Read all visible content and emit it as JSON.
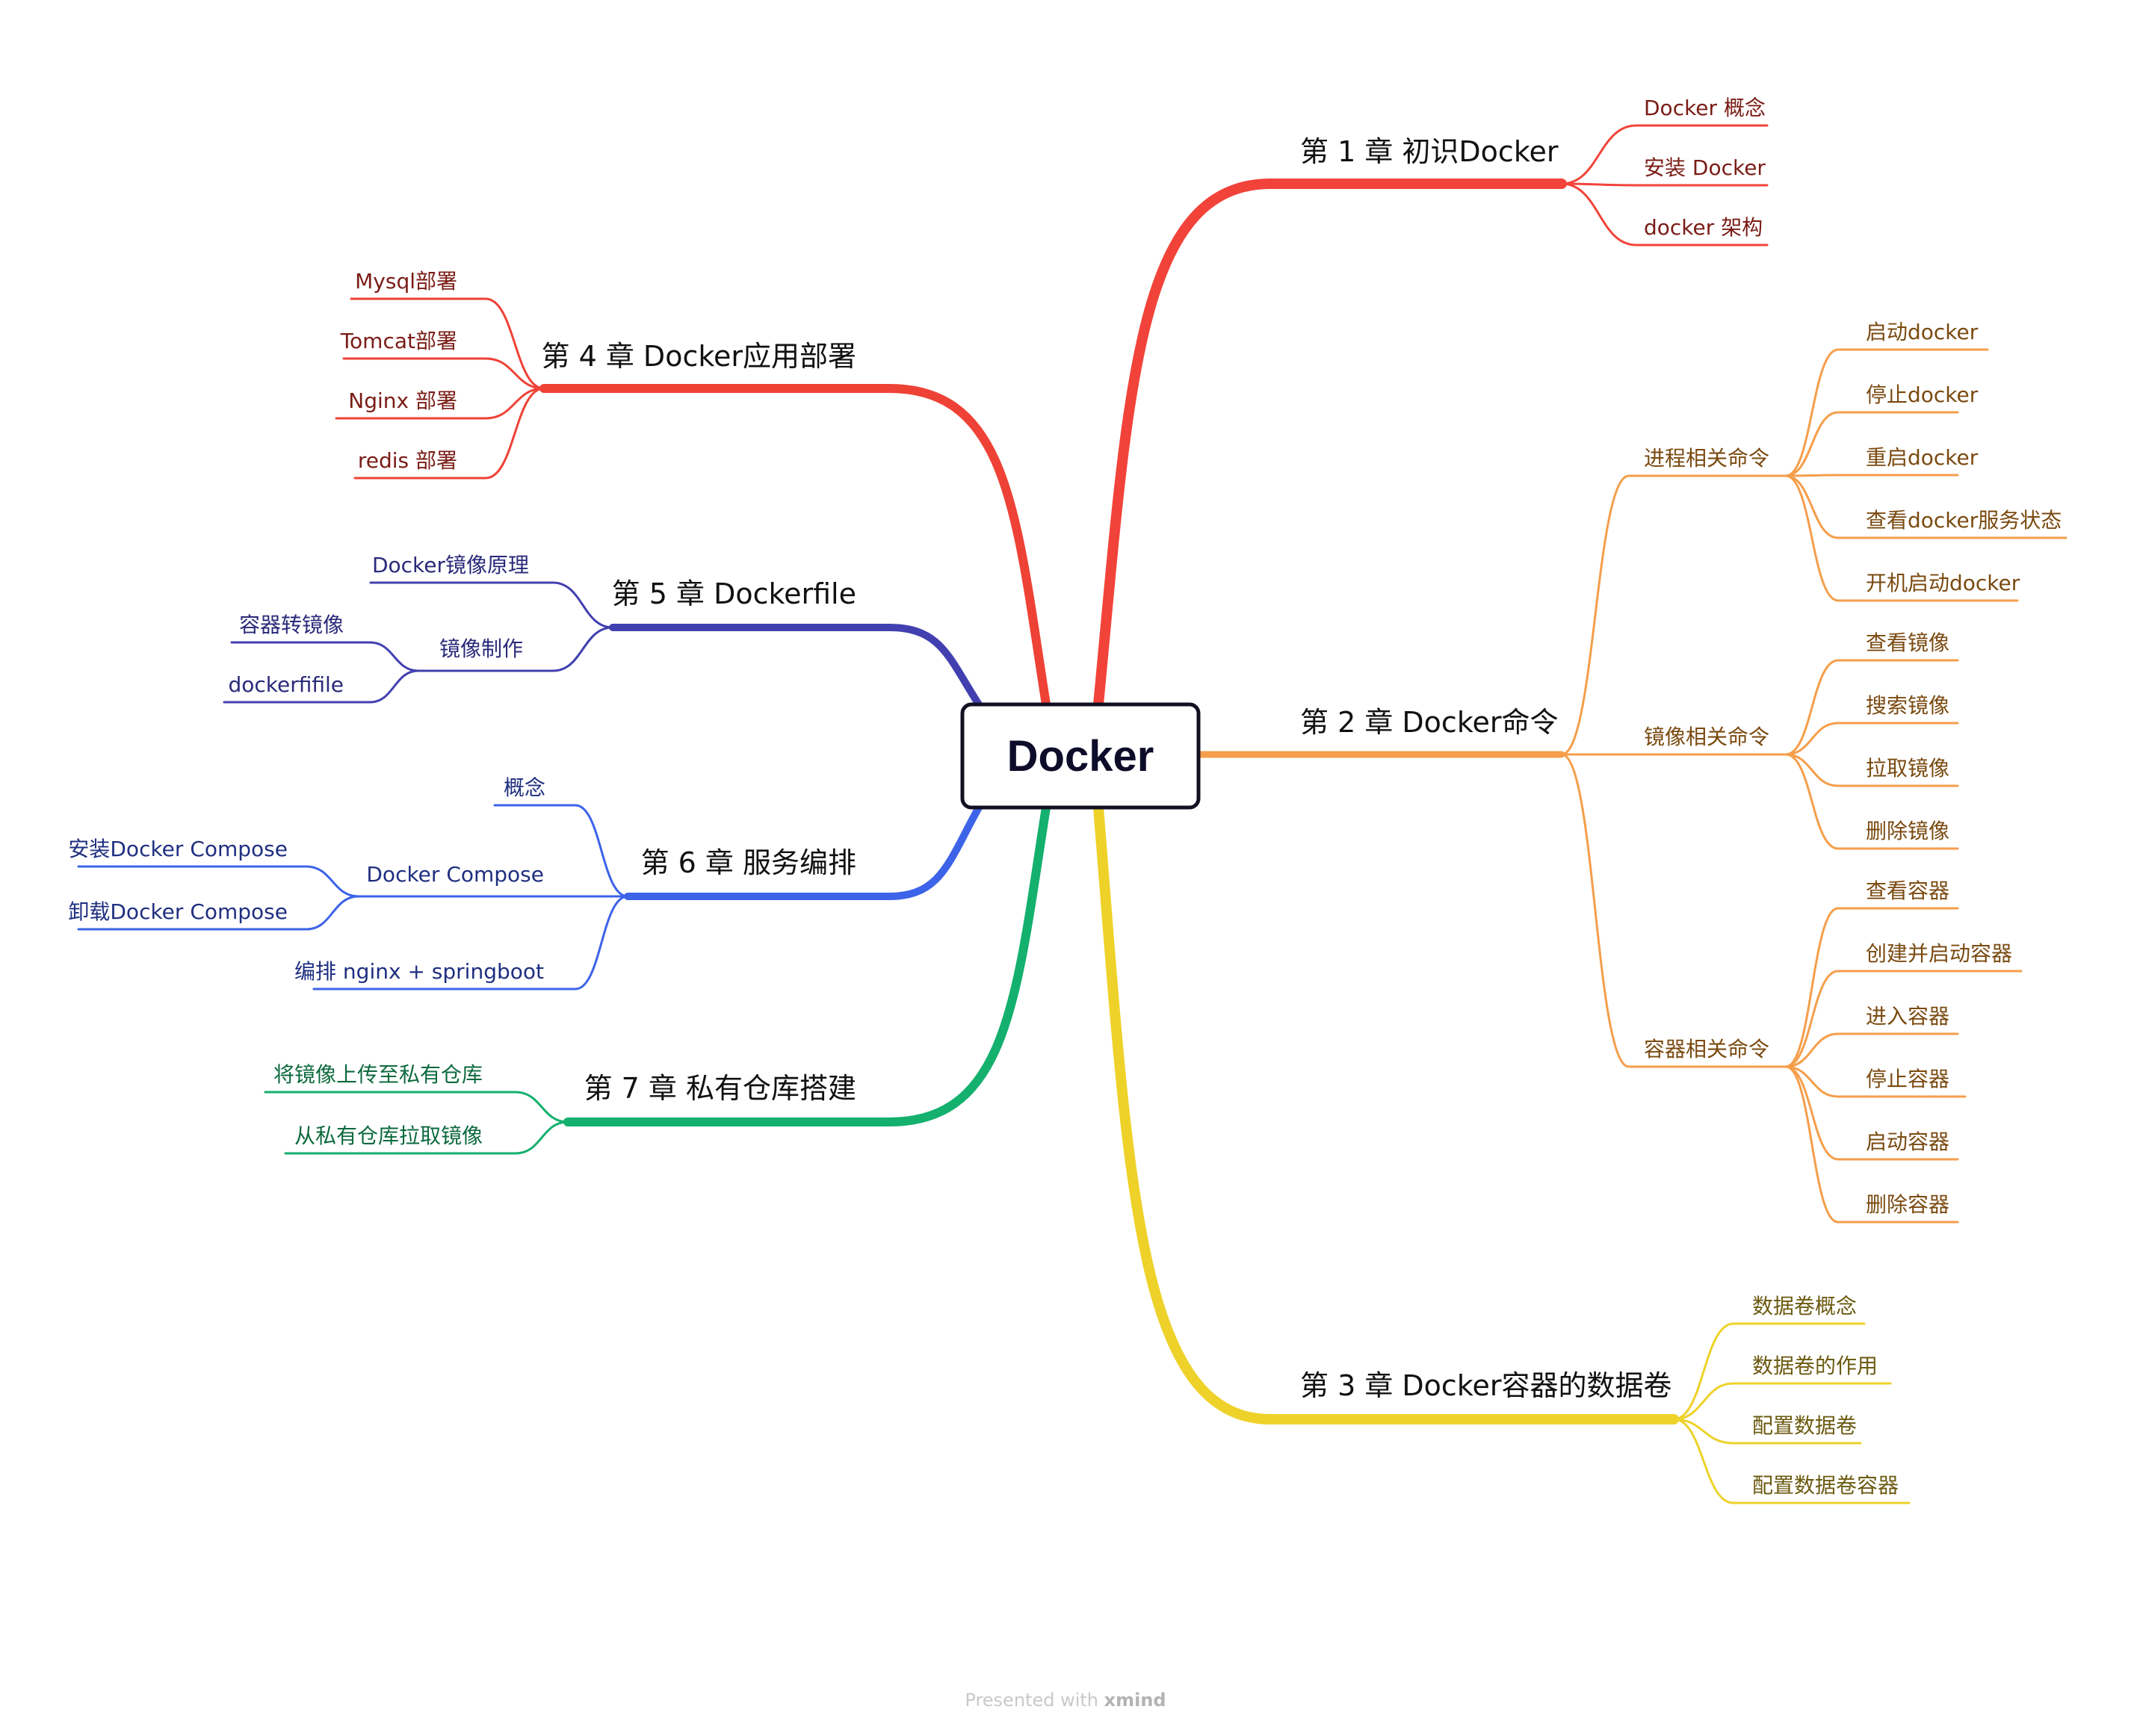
{
  "root": {
    "label": "Docker"
  },
  "colors": {
    "c1": "#f2433a",
    "c2": "#f59e4b",
    "c3": "#eed22a",
    "c4": "#ee4236",
    "c5": "#4240b0",
    "c6": "#3d63e8",
    "c7": "#14b06e",
    "text1": "#7a1c16",
    "text2": "#7a4a10",
    "text3": "#6b5a10",
    "text4": "#7a1c16",
    "text5": "#2a2a7a",
    "text6": "#1f2f80",
    "text7": "#0e6a3e"
  },
  "chapters": [
    {
      "label": "第 1 章 初识Docker",
      "items": [
        "Docker 概念",
        "安装 Docker",
        "docker 架构"
      ]
    },
    {
      "label": "第 2 章 Docker命令",
      "groups": [
        {
          "label": "进程相关命令",
          "items": [
            "启动docker",
            "停止docker",
            "重启docker",
            "查看docker服务状态",
            "开机启动docker"
          ]
        },
        {
          "label": "镜像相关命令",
          "items": [
            "查看镜像",
            "搜索镜像",
            "拉取镜像",
            "删除镜像"
          ]
        },
        {
          "label": "容器相关命令",
          "items": [
            "查看容器",
            "创建并启动容器",
            "进入容器",
            "停止容器",
            "启动容器",
            "删除容器"
          ]
        }
      ]
    },
    {
      "label": "第 3 章 Docker容器的数据卷",
      "items": [
        "数据卷概念",
        "数据卷的作用",
        "配置数据卷",
        "配置数据卷容器"
      ]
    },
    {
      "label": "第 4 章 Docker应用部署",
      "items": [
        "Mysql部署",
        "Tomcat部署",
        "Nginx 部署",
        "redis 部署"
      ]
    },
    {
      "label": "第 5 章 Dockerfile",
      "first": "Docker镜像原理",
      "group": {
        "label": "镜像制作",
        "items": [
          "容器转镜像",
          "dockerfifile"
        ]
      }
    },
    {
      "label": "第 6 章 服务编排",
      "first": "概念",
      "group": {
        "label": "Docker Compose",
        "items": [
          "安装Docker Compose",
          "卸载Docker Compose"
        ]
      },
      "last": "编排 nginx + springboot"
    },
    {
      "label": "第 7 章  私有仓库搭建",
      "items": [
        "将镜像上传至私有仓库",
        "从私有仓库拉取镜像"
      ]
    }
  ],
  "footer": {
    "prefix": "Presented with",
    "brand": "xmind"
  }
}
